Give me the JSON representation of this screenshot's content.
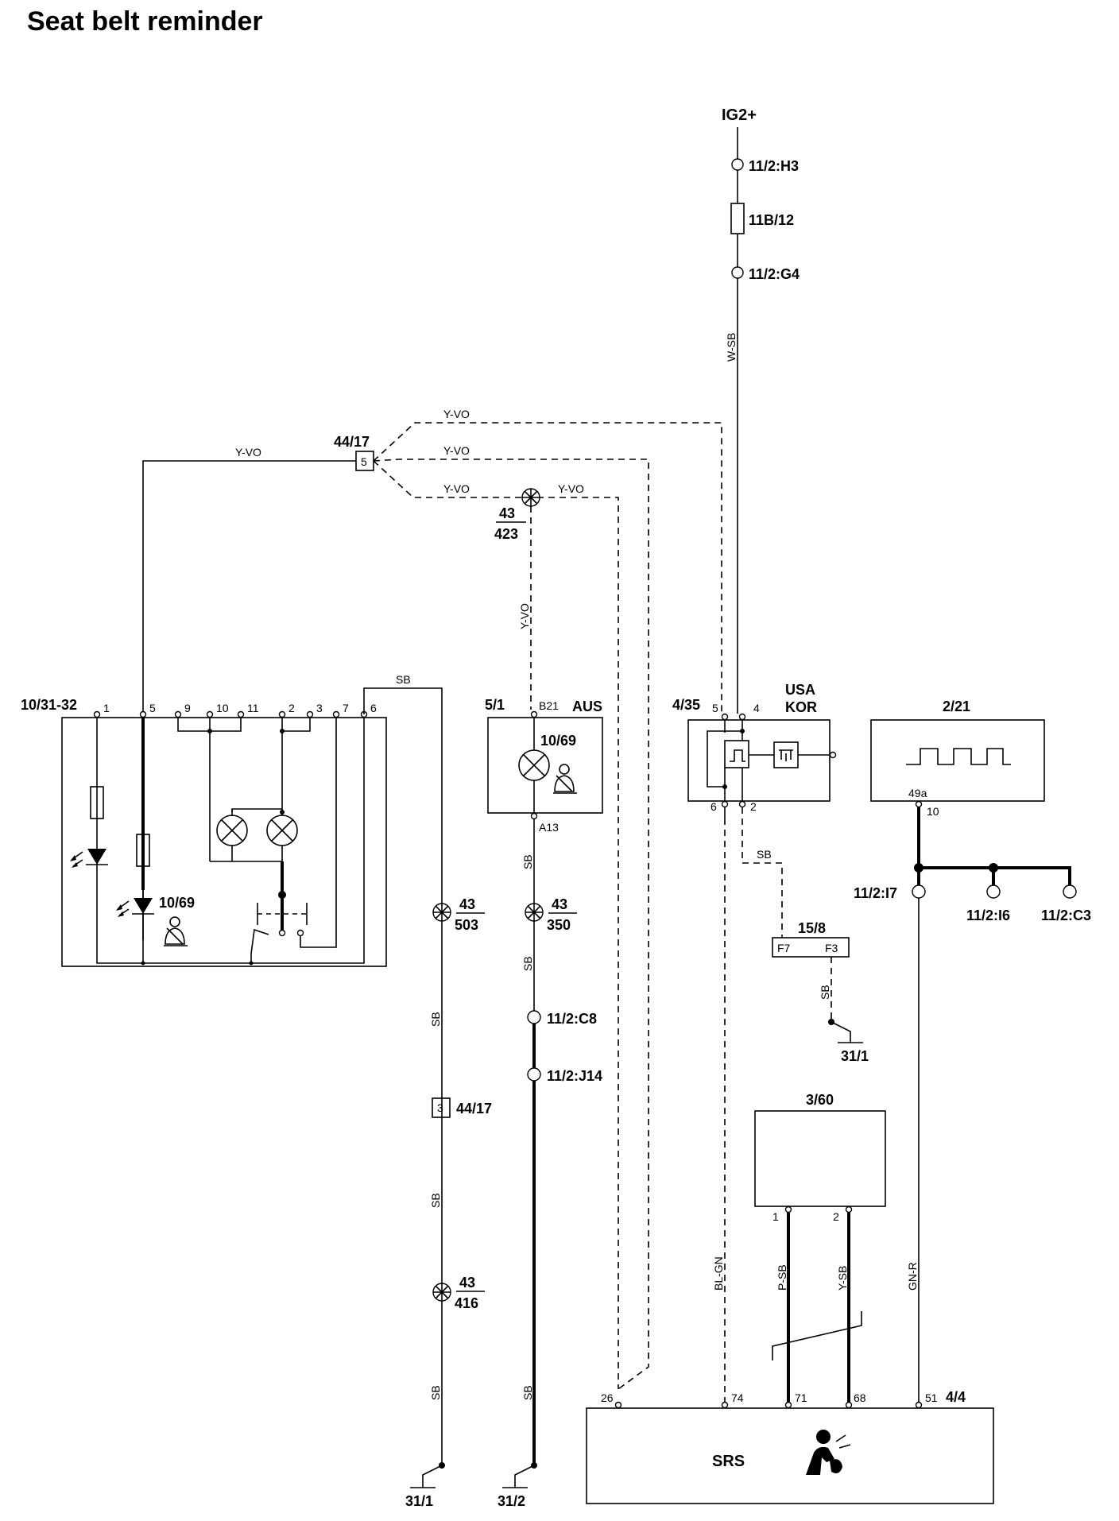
{
  "title": "Seat belt reminder",
  "wire_colors": {
    "y_vo": "Y-VO",
    "sb": "SB",
    "w_sb": "W-SB",
    "bl_gn": "BL-GN",
    "p_sb": "P-SB",
    "y_sb": "Y-SB",
    "gn_r": "GN-R"
  },
  "supply": {
    "ig2": "IG2+",
    "c_h3": "11/2:H3",
    "fuse": "11B/12",
    "c_g4": "11/2:G4"
  },
  "splice_44_17": {
    "name": "44/17",
    "pin_top": "5",
    "pin_bottom": "3"
  },
  "module_10_31": {
    "name": "10/31-32",
    "pins": [
      "1",
      "5",
      "9",
      "10",
      "11",
      "2",
      "3",
      "7",
      "6"
    ],
    "indicator": "10/69"
  },
  "module_5_1": {
    "name": "5/1",
    "variant": "AUS",
    "pin_top": "B21",
    "pin_bottom": "A13",
    "indicator": "10/69"
  },
  "module_4_35": {
    "name": "4/35",
    "variant_1": "USA",
    "variant_2": "KOR",
    "pin_5": "5",
    "pin_4": "4",
    "pin_6": "6",
    "pin_2": "2"
  },
  "module_2_21": {
    "name": "2/21",
    "pin_top": "49a",
    "pin_bottom": "10"
  },
  "fusebox_15_8": {
    "name": "15/8",
    "pin_left": "F7",
    "pin_right": "F3"
  },
  "module_3_60": {
    "name": "3/60",
    "pin_1": "1",
    "pin_2": "2"
  },
  "srs": {
    "name": "SRS",
    "ref": "4/4",
    "pins": [
      "26",
      "74",
      "71",
      "68",
      "51"
    ]
  },
  "splices": {
    "s423": {
      "top": "43",
      "bottom": "423"
    },
    "s503": {
      "top": "43",
      "bottom": "503"
    },
    "s350": {
      "top": "43",
      "bottom": "350"
    },
    "s416": {
      "top": "43",
      "bottom": "416"
    }
  },
  "connectors": {
    "c8": "11/2:C8",
    "j14": "11/2:J14",
    "i7": "11/2:I7",
    "i6": "11/2:I6",
    "c3": "11/2:C3"
  },
  "grounds": {
    "g31_1_a": "31/1",
    "g31_2": "31/2",
    "g31_1_b": "31/1"
  }
}
